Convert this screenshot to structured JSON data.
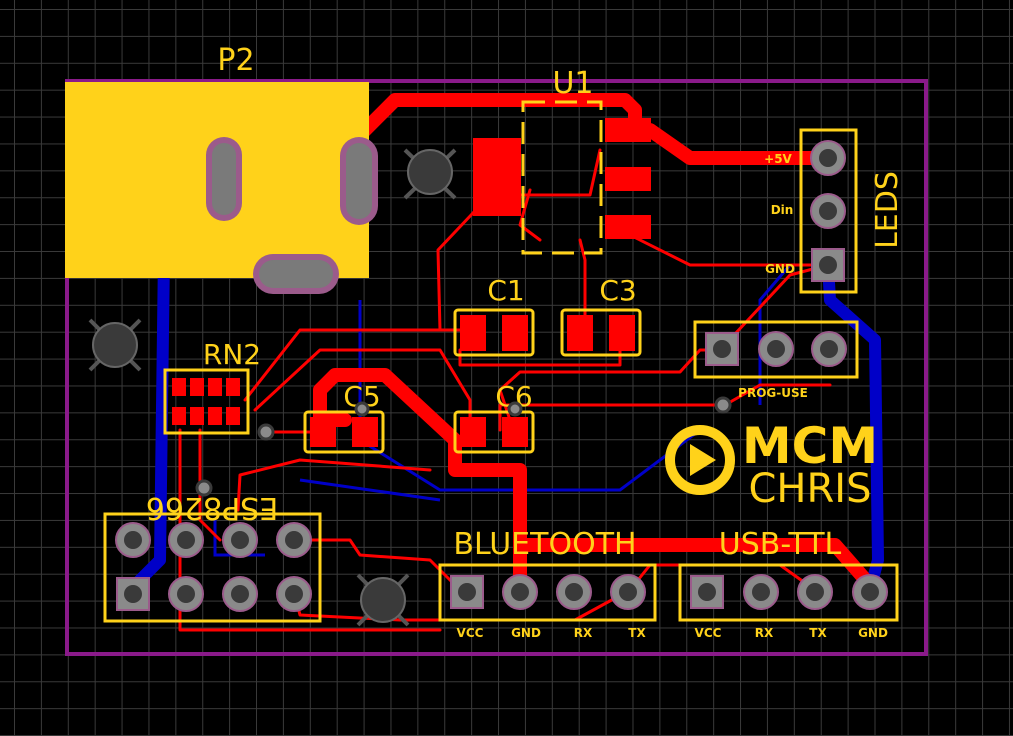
{
  "board": {
    "outline_color": "#8a1a8a",
    "top_copper_color": "#ff0000",
    "bottom_copper_color": "#0000c8",
    "silkscreen_color": "#ffd21a",
    "pad_color": "#8a8a8a",
    "via_color": "#666666"
  },
  "designators": {
    "p2": "P2",
    "u1": "U1",
    "c1": "C1",
    "c3": "C3",
    "c5": "C5",
    "c6": "C6",
    "rn2": "RN2",
    "esp": "ESP8266",
    "leds": "LEDS",
    "prog": "PROG-USE",
    "bluetooth": "BLUETOOTH",
    "usbttl": "USB-TTL"
  },
  "leds_pins": [
    "+5V",
    "Din",
    "GND"
  ],
  "bluetooth_pins": [
    "VCC",
    "GND",
    "RX",
    "TX"
  ],
  "usb_ttl_pins": [
    "VCC",
    "RX",
    "TX",
    "GND"
  ],
  "logo": {
    "line1": "MCM",
    "line2": "CHRIS",
    "icon": "play-icon"
  }
}
